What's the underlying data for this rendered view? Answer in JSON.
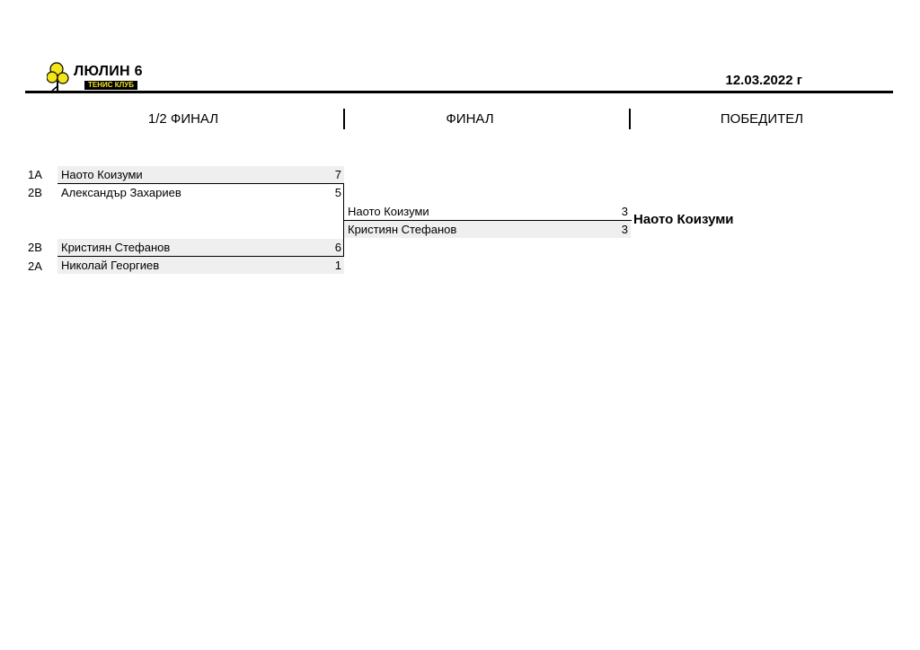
{
  "header": {
    "logo": {
      "title": "ЛЮЛИН 6",
      "subtitle": "ТЕНИС КЛУБ"
    },
    "date": "12.03.2022 г"
  },
  "columns": [
    "1/2 ФИНАЛ",
    "ФИНАЛ",
    "ПОБЕДИТЕЛ"
  ],
  "semifinals": [
    {
      "players": [
        {
          "seed": "1A",
          "name": "Наото Коизуми",
          "score": "7"
        },
        {
          "seed": "2B",
          "name": "Александър Захариев",
          "score": "5"
        }
      ]
    },
    {
      "players": [
        {
          "seed": "2B",
          "name": "Кристиян Стефанов",
          "score": "6"
        },
        {
          "seed": "2A",
          "name": "Николай Георгиев",
          "score": "1"
        }
      ]
    }
  ],
  "final": {
    "players": [
      {
        "name": "Наото Коизуми",
        "score": "3"
      },
      {
        "name": "Кристиян Стефанов",
        "score": "3"
      }
    ]
  },
  "winner": "Наото Коизуми",
  "colors": {
    "cell_bg": "#efefef",
    "logo_yellow": "#f4e41a",
    "rule": "#000000"
  }
}
